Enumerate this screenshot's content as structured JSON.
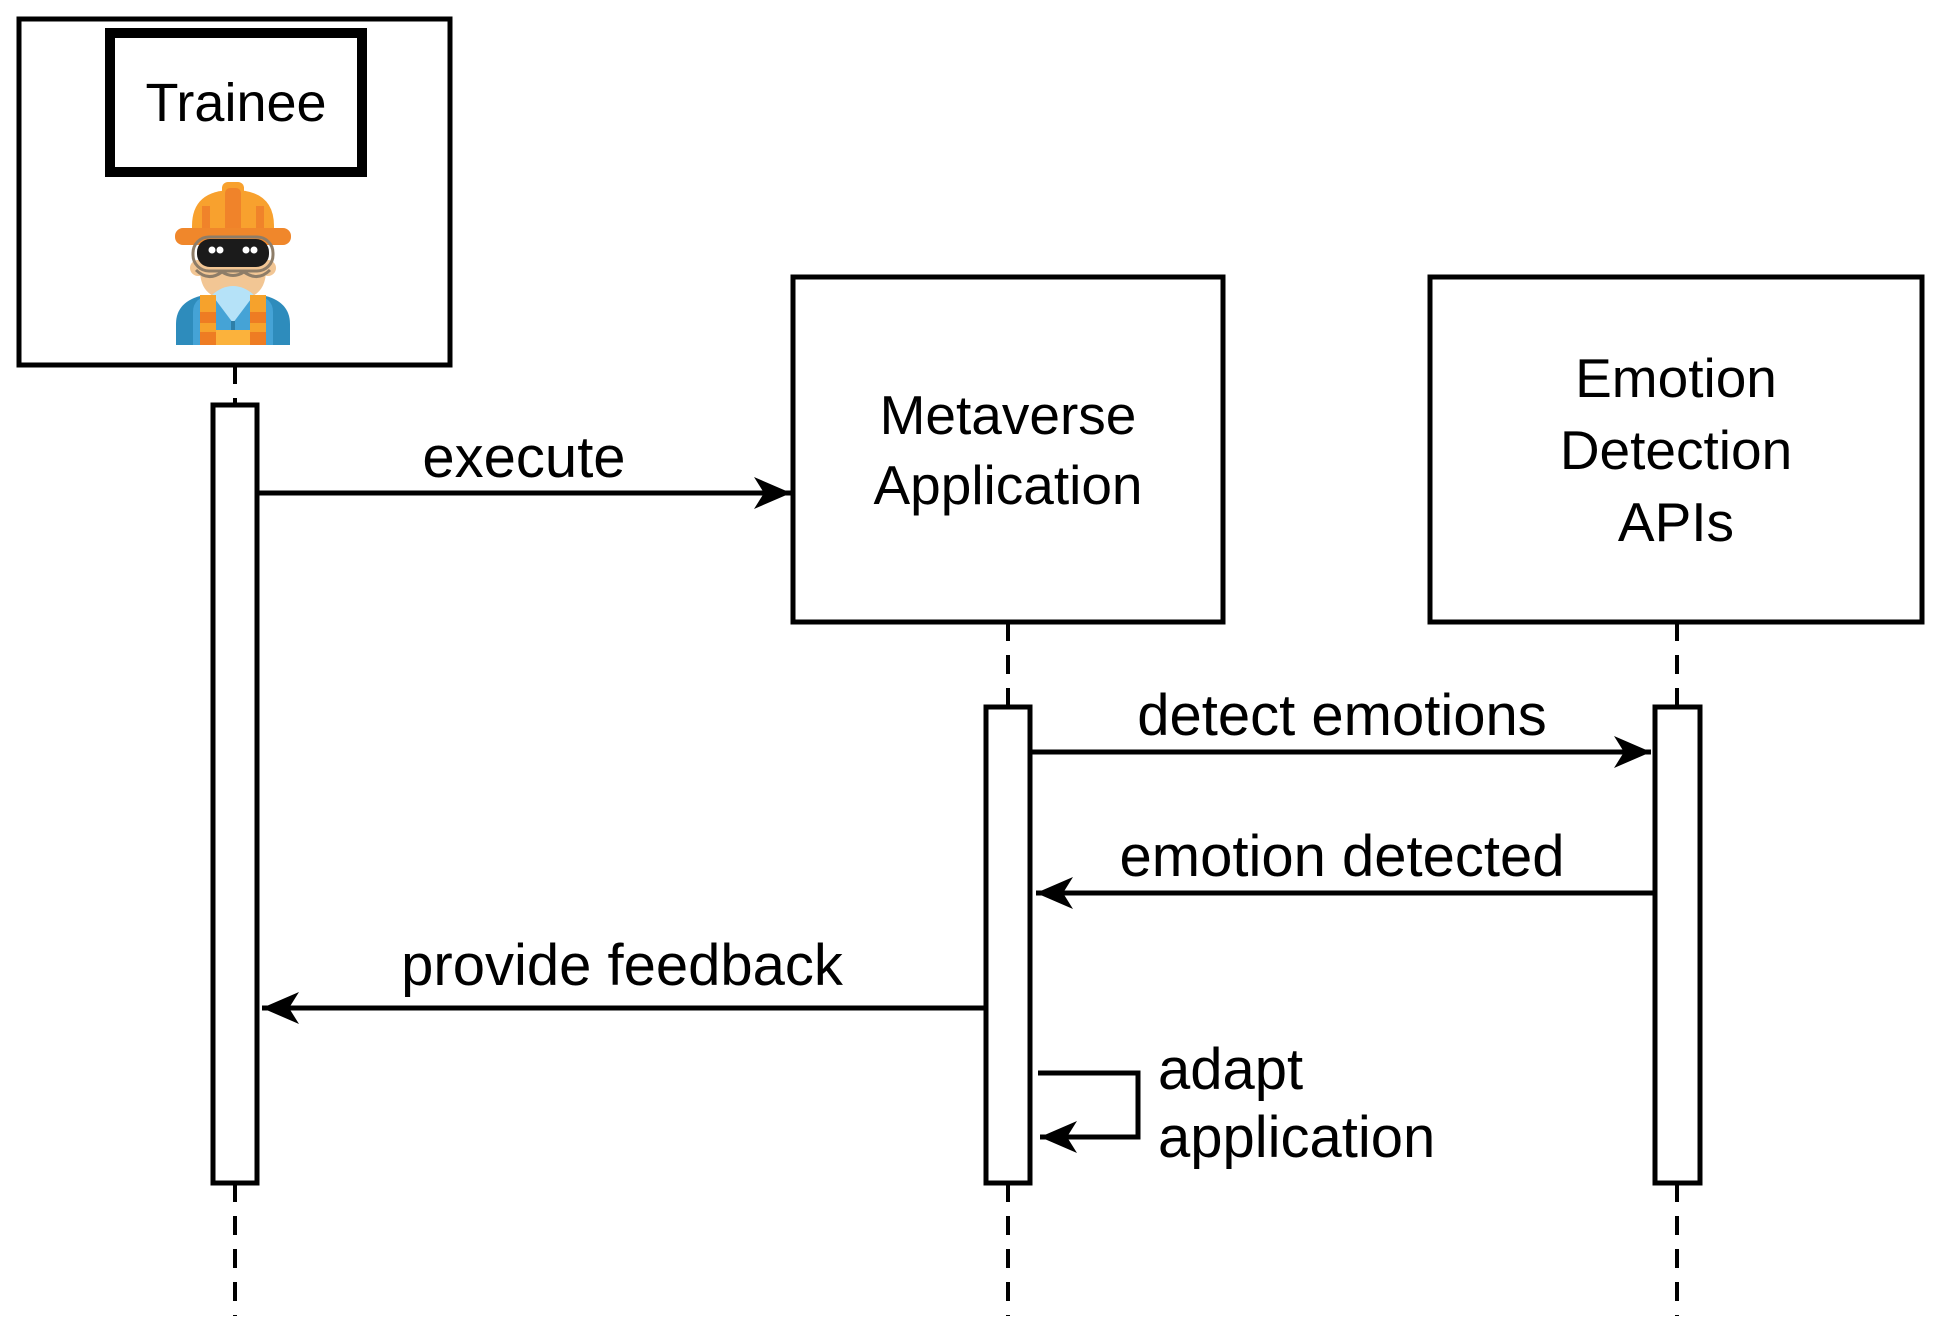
{
  "diagram": {
    "kind": "sequence-diagram",
    "background_color": "#ffffff",
    "stroke_color": "#000000",
    "participants": [
      {
        "id": "trainee",
        "label": "Trainee",
        "icon": "construction-worker-vr-headset-icon"
      },
      {
        "id": "metaverse-application",
        "label": "Metaverse\nApplication"
      },
      {
        "id": "emotion-detection-apis",
        "label": "Emotion\nDetection\nAPIs"
      }
    ],
    "messages": [
      {
        "from": "trainee",
        "to": "metaverse-application",
        "label": "execute"
      },
      {
        "from": "metaverse-application",
        "to": "emotion-detection-apis",
        "label": "detect emotions"
      },
      {
        "from": "emotion-detection-apis",
        "to": "metaverse-application",
        "label": "emotion detected"
      },
      {
        "from": "metaverse-application",
        "to": "trainee",
        "label": "provide feedback"
      },
      {
        "from": "metaverse-application",
        "to": "metaverse-application",
        "self_message": true,
        "label": "adapt\napplication"
      }
    ],
    "icon_colors": {
      "helmet": "#F8A12E",
      "helmet_stripe": "#F0832A",
      "helmet_brim": "#F0872B",
      "skin": "#F2C694",
      "skin_shadow": "#E9BA8C",
      "visor": "#1B1B1B",
      "goggle_frame": "#8E7D68",
      "shirt_outer": "#2E8CBC",
      "shirt_inner": "#45A3D6",
      "shirt_placket": "#2E7FA8",
      "collar": "#B5E2F8",
      "strap": "#F6A22C",
      "strap_clip": "#EE7C23",
      "waistband": "#FBB23C"
    }
  }
}
